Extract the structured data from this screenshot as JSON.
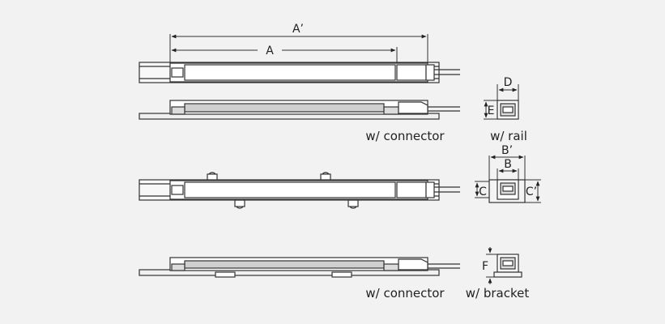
{
  "dimensions": {
    "a_prime": "A’",
    "a": "A",
    "b_prime": "B’",
    "b": "B",
    "c": "C",
    "c_prime": "C’",
    "d": "D",
    "e": "E",
    "f": "F"
  },
  "captions": {
    "connector_1": "w/ connector",
    "rail": "w/ rail",
    "connector_2": "w/ connector",
    "bracket": "w/ bracket"
  },
  "colors": {
    "background": "#f2f2f2",
    "line": "#333333",
    "fill": "#ffffff",
    "shade": "#cfcfcf"
  }
}
